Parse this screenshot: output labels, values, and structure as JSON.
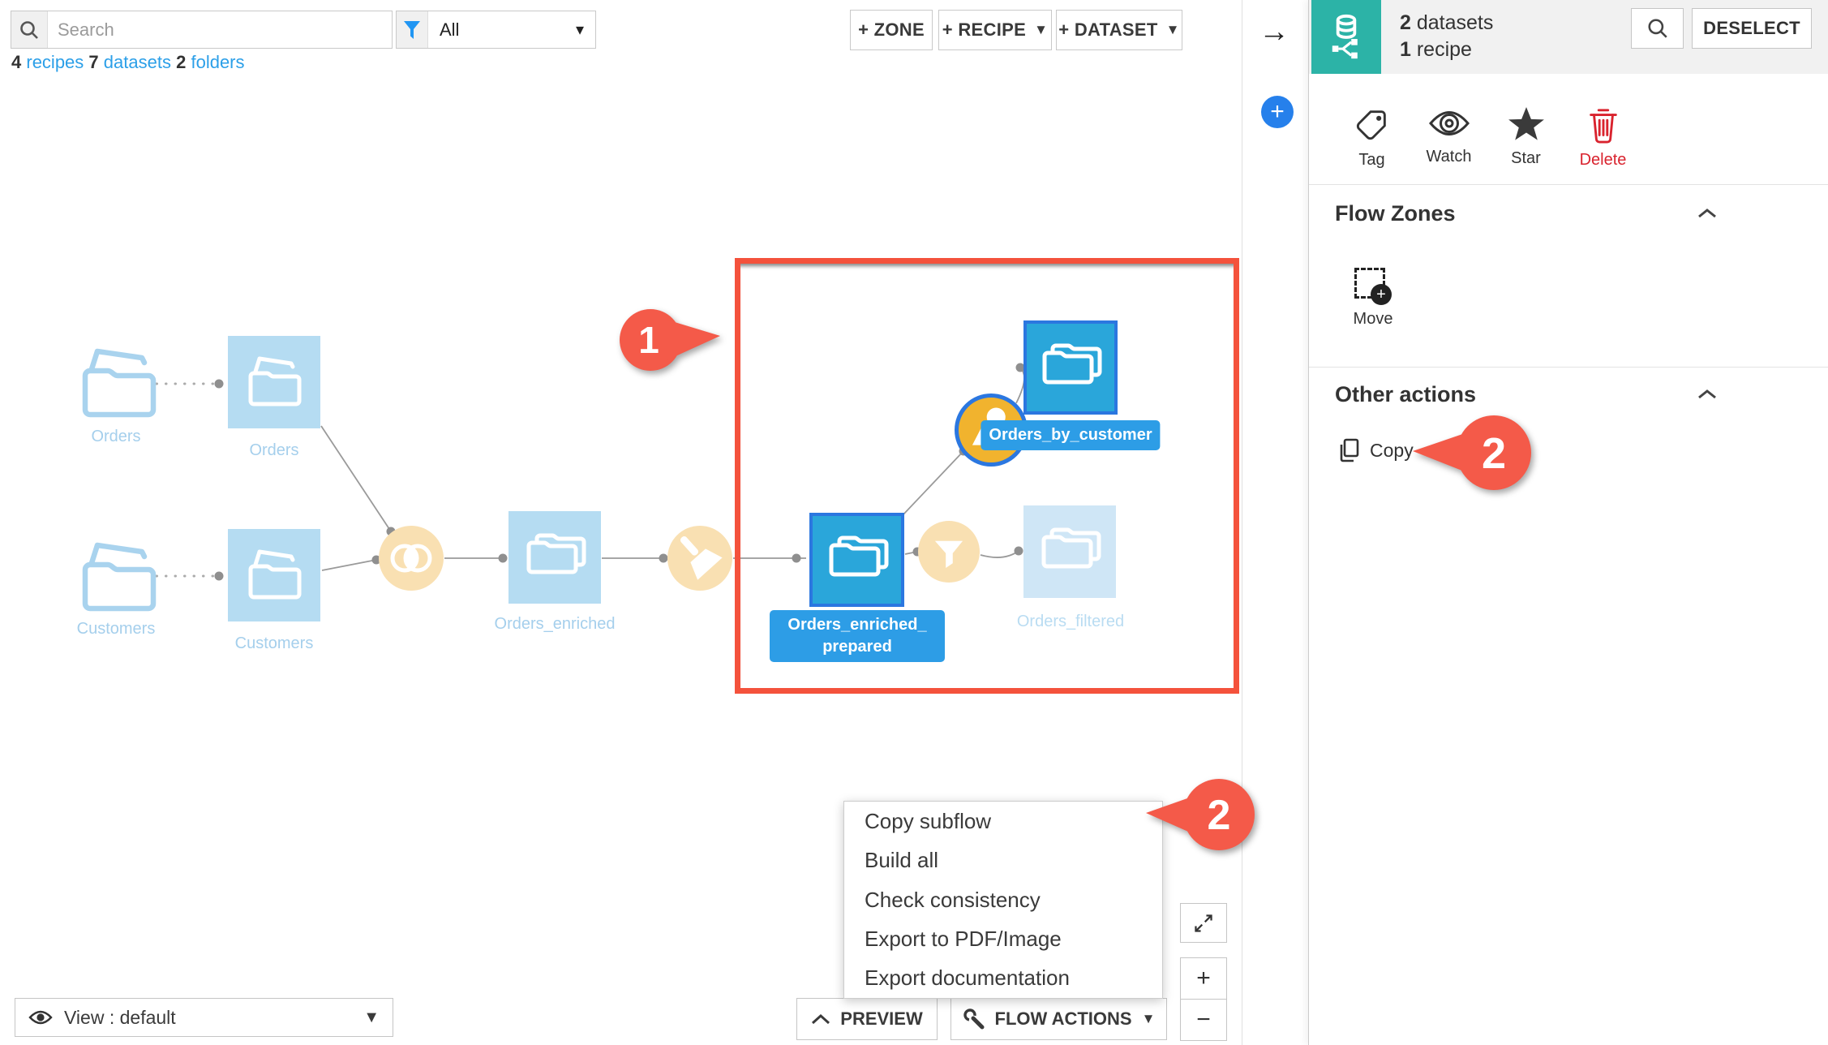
{
  "topbar": {
    "search_placeholder": "Search",
    "filter_value": "All",
    "counts": [
      {
        "n": "4",
        "w": "recipes"
      },
      {
        "n": "7",
        "w": "datasets"
      },
      {
        "n": "2",
        "w": "folders"
      }
    ],
    "add_zone": "+ ZONE",
    "add_recipe": "+ RECIPE",
    "add_dataset": "+ DATASET",
    "collapse_arrow": "→",
    "add_fab": "+"
  },
  "canvas": {
    "nodes": {
      "folder_orders": "Orders",
      "ds_orders": "Orders",
      "folder_customers": "Customers",
      "ds_customers": "Customers",
      "ds_orders_enriched": "Orders_enriched",
      "ds_oep_line1": "Orders_enriched_",
      "ds_oep_line2": "prepared",
      "ds_orders_by_customer": "Orders_by_customer",
      "ds_orders_filtered": "Orders_filtered"
    },
    "annotations": {
      "step1": "1",
      "step2": "2"
    }
  },
  "context_menu": {
    "items": [
      "Copy subflow",
      "Build all",
      "Check consistency",
      "Export to PDF/Image",
      "Export documentation"
    ]
  },
  "footer": {
    "view": "View : default",
    "preview": "PREVIEW",
    "flow_actions": "FLOW ACTIONS",
    "zoom_in": "+",
    "zoom_out": "−"
  },
  "panel": {
    "selection": {
      "datasets_n": "2",
      "datasets_w": "datasets",
      "recipes_n": "1",
      "recipes_w": "recipe"
    },
    "deselect": "DESELECT",
    "actions": [
      {
        "label": "Tag"
      },
      {
        "label": "Watch"
      },
      {
        "label": "Star"
      },
      {
        "label": "Delete"
      }
    ],
    "flow_zones": {
      "title": "Flow Zones",
      "move": "Move"
    },
    "other_actions": {
      "title": "Other actions",
      "copy": "Copy"
    },
    "annotation": "2"
  },
  "colors": {
    "teal": "#2cb3a7",
    "annotation_red": "#f45a49",
    "selection_rect_red": "#f4523c",
    "dataset_blue": "#2aa6da",
    "dataset_blue_pale": "#b5dcf2",
    "dataset_blue_faded": "#cfe6f6",
    "recipe_gold": "#f1b32e",
    "recipe_gold_pale": "#f9e0b2",
    "node_border_blue": "#2b77e0",
    "label_blue": "#2d9de6",
    "link_blue": "#2b9fe8",
    "delete_red": "#d9232e",
    "fab_blue": "#2680eb"
  }
}
